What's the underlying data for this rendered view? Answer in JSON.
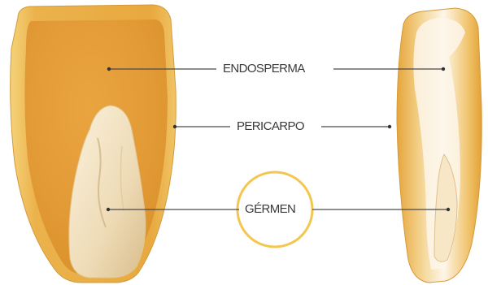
{
  "labels": {
    "endosperma": "ENDOSPERMA",
    "pericarpo": "PERICARPO",
    "germen": "GÉRMEN"
  },
  "colors": {
    "pericarp": "#e9a93a",
    "endosperm": "#e6a13d",
    "germ": "#f2e2c2",
    "leader": "#4a4a4a",
    "highlight_ring": "#f3c650"
  }
}
